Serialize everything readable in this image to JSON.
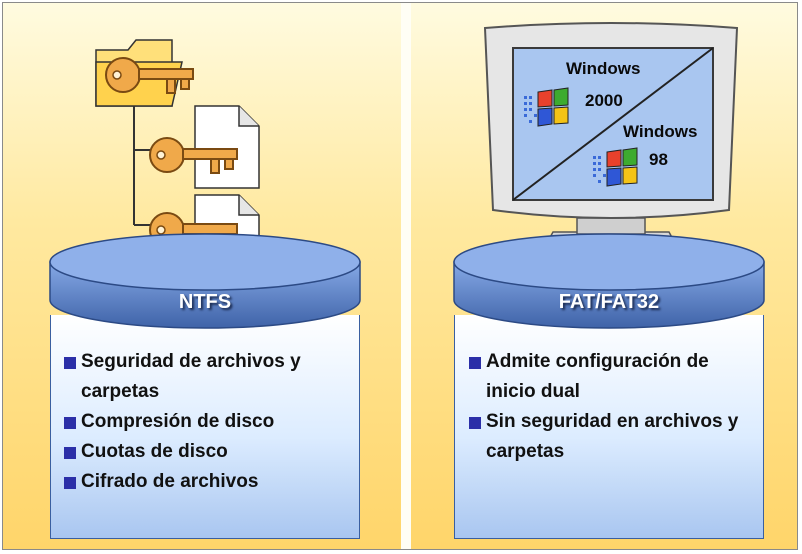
{
  "left_panel": {
    "disk_label": "NTFS",
    "bullets": [
      "Seguridad de archivos y carpetas",
      "Compresión de disco",
      "Cuotas de disco",
      "Cifrado de archivos"
    ]
  },
  "right_panel": {
    "disk_label": "FAT/FAT32",
    "bullets": [
      "Admite configuración de inicio dual",
      "Sin seguridad en archivos y carpetas"
    ],
    "monitor": {
      "os_top": {
        "name": "Windows",
        "version": "2000"
      },
      "os_bottom": {
        "name": "Windows",
        "version": "98"
      }
    }
  },
  "colors": {
    "background_top": "#fffbe0",
    "background_bottom": "#ffd56a",
    "disk_blue": "#5a86d0",
    "bullet": "#2b2fa8",
    "key": "#f0a94a"
  }
}
